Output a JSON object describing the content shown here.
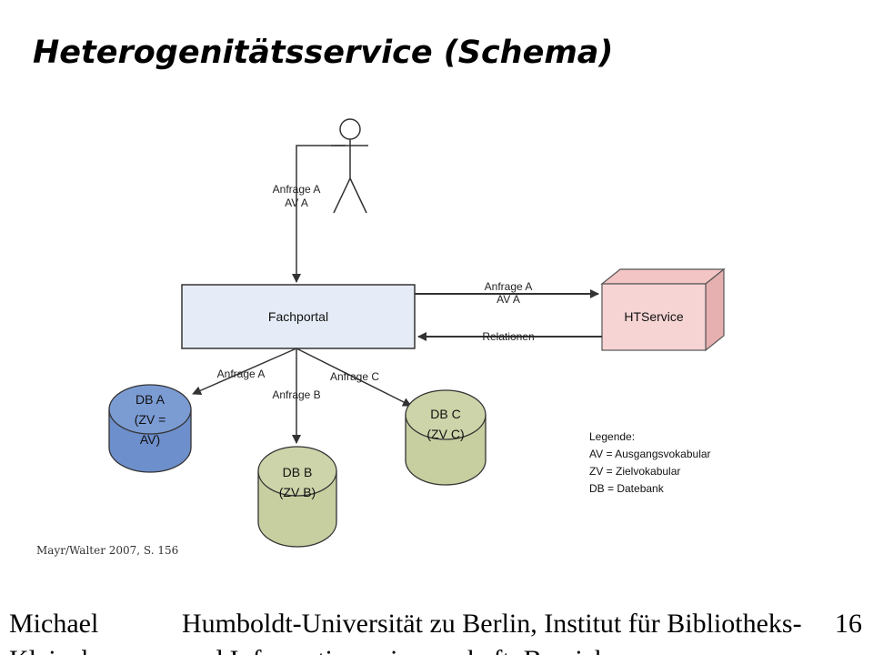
{
  "slide": {
    "title": "Heterogenitätsservice (Schema)",
    "citation": "Mayr/Walter 2007, S. 156",
    "footer": {
      "author": "Michael Kleineberg",
      "institution": "Humboldt-Universität zu Berlin, Institut für Bibliotheks- und Informationswissenschaft, Bereich",
      "page": "16"
    }
  },
  "diagram": {
    "portal_label": "Fachportal",
    "service_label": "HTService",
    "user_request": [
      "Anfrage A",
      "AV A"
    ],
    "to_service": [
      "Anfrage A",
      "AV A"
    ],
    "from_service": "Relationen",
    "to_db_a": "Anfrage A",
    "to_db_b": "Anfrage B",
    "to_db_c": "Anfrage C",
    "db_a": [
      "DB A",
      "(ZV =",
      "AV)"
    ],
    "db_b": [
      "DB B",
      "(ZV B)"
    ],
    "db_c": [
      "DB C",
      "(ZV C)"
    ],
    "legend": {
      "heading": "Legende:",
      "items": [
        "AV = Ausgangsvokabular",
        "ZV = Zielvokabular",
        "DB = Datebank"
      ]
    },
    "colors": {
      "portal_fill": "#e6ecf7",
      "service_fill": "#f7d4d4",
      "db_a_fill": "#6d8fcb",
      "db_bc_fill": "#c7cfa1",
      "stroke": "#333333"
    }
  }
}
